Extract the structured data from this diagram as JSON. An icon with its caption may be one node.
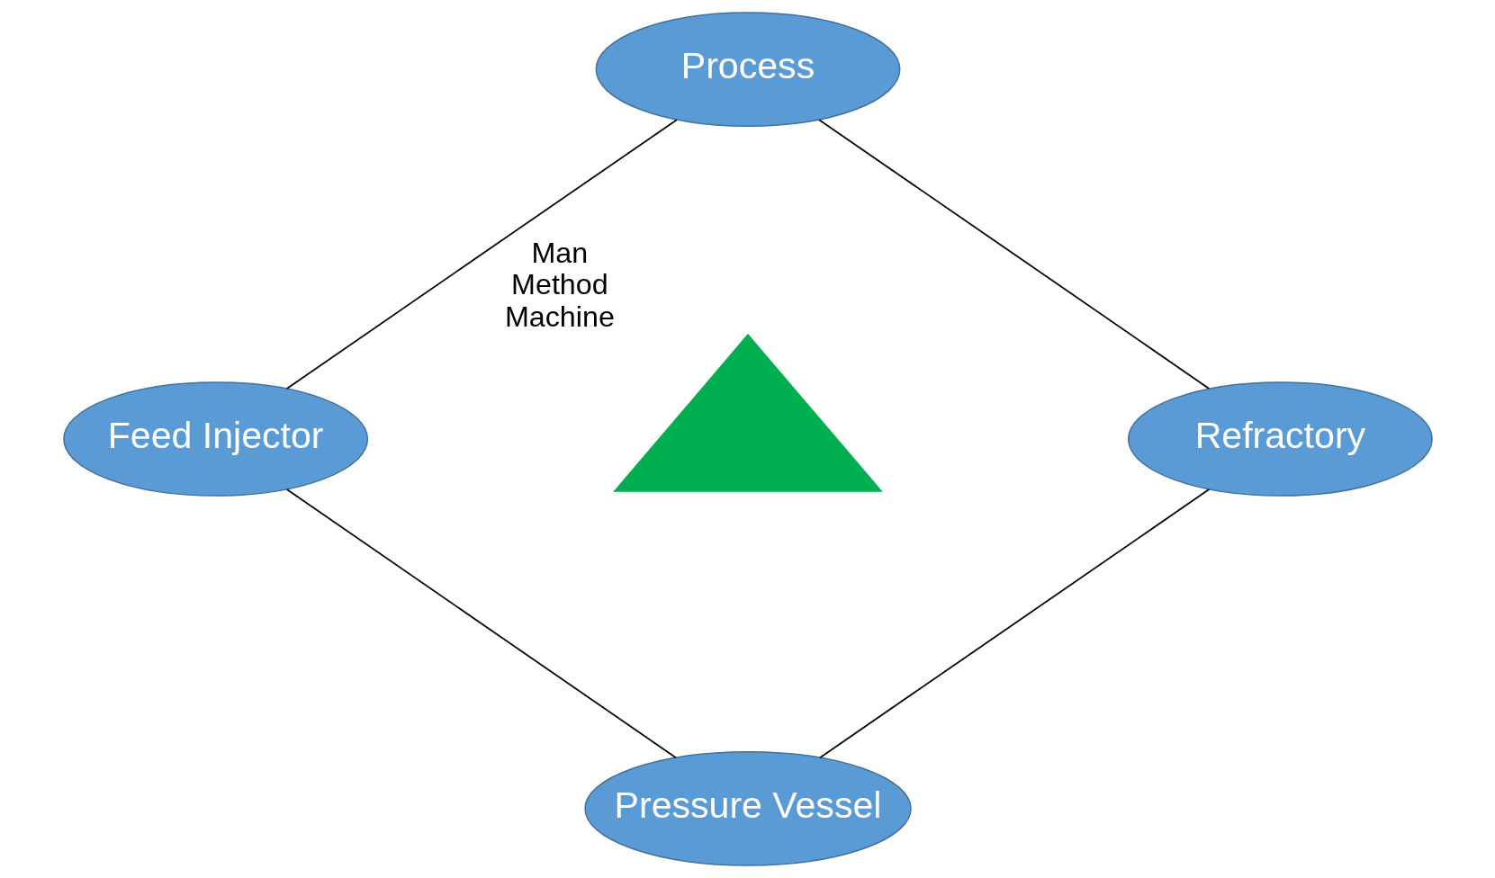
{
  "diagram": {
    "nodes": [
      {
        "text": [
          "Process"
        ]
      },
      {
        "text": [
          "Feed Injector"
        ]
      },
      {
        "text": [],
        "shape": "triangle",
        "beside": [
          "Man",
          "Method",
          "Machine"
        ]
      },
      {
        "text": [
          "Refractory"
        ]
      },
      {
        "text": [
          "Pressure Vessel"
        ]
      }
    ],
    "edges": [
      {
        "from": 0,
        "to": 3,
        "arrow": "none"
      },
      {
        "from": 3,
        "to": 4,
        "arrow": "none"
      },
      {
        "from": 4,
        "to": 1,
        "arrow": "none"
      },
      {
        "from": 1,
        "to": 0,
        "arrow": "none"
      }
    ]
  }
}
